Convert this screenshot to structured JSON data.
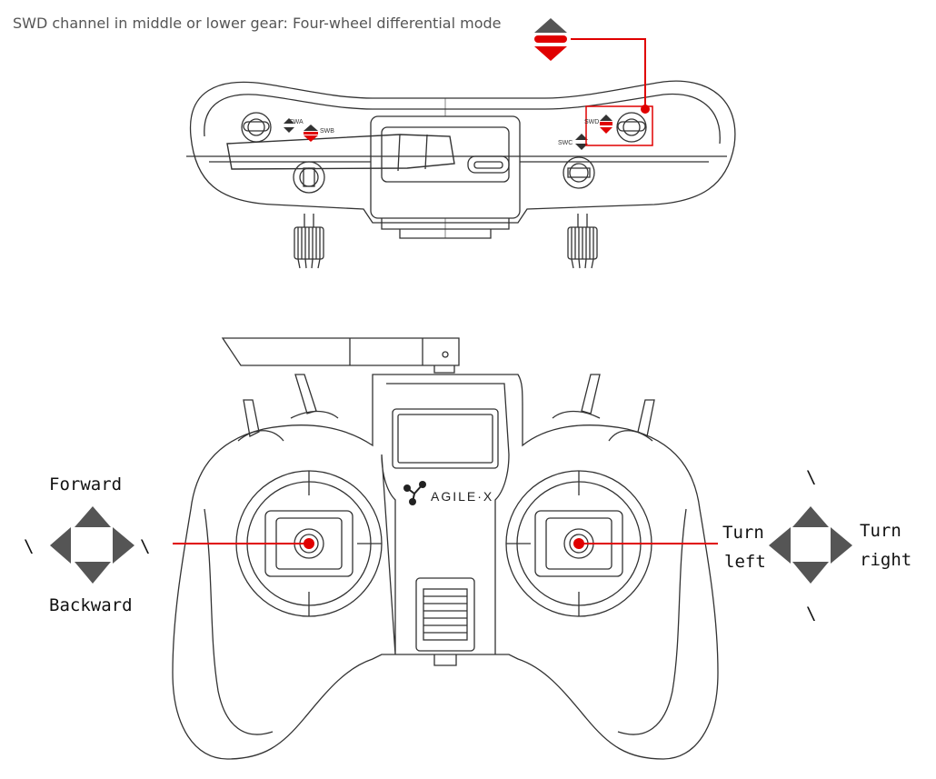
{
  "caption": "SWD channel in middle or lower gear: Four-wheel differential mode",
  "top_view": {
    "switch_labels": {
      "swa": "SWA",
      "swb": "SWB",
      "swc": "SWC",
      "swd": "SWD"
    }
  },
  "front_view": {
    "brand": "AGILE·X",
    "left_stick": {
      "forward": "Forward",
      "backward": "Backward",
      "left_mark": "\\",
      "right_mark": "\\"
    },
    "right_stick": {
      "turn_left_1": "Turn",
      "turn_left_2": "left",
      "turn_right_1": "Turn",
      "turn_right_2": "right",
      "top_mark": "\\",
      "bottom_mark": "\\"
    }
  },
  "colors": {
    "accent": "#e00000",
    "arrow": "#555555",
    "line": "#333333"
  }
}
